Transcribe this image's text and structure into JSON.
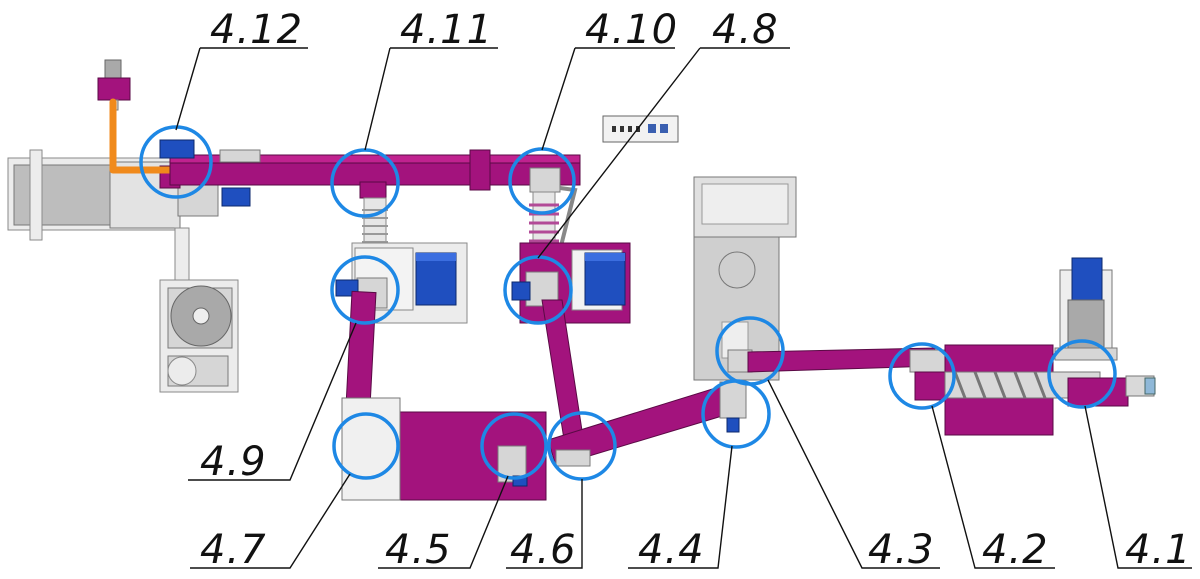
{
  "diagram": {
    "callouts": [
      {
        "id": "4.12",
        "label": "4.12"
      },
      {
        "id": "4.11",
        "label": "4.11"
      },
      {
        "id": "4.10",
        "label": "4.10"
      },
      {
        "id": "4.8",
        "label": "4.8"
      },
      {
        "id": "4.9",
        "label": "4.9"
      },
      {
        "id": "4.7",
        "label": "4.7"
      },
      {
        "id": "4.5",
        "label": "4.5"
      },
      {
        "id": "4.6",
        "label": "4.6"
      },
      {
        "id": "4.4",
        "label": "4.4"
      },
      {
        "id": "4.3",
        "label": "4.3"
      },
      {
        "id": "4.2",
        "label": "4.2"
      },
      {
        "id": "4.1",
        "label": "4.1"
      }
    ],
    "colors": {
      "equipment_magenta": "#a3137d",
      "highlight_ring": "#1e88e5",
      "motor_blue": "#1f4fbf",
      "pipe_orange": "#f08a1c",
      "housing_grey": "#d6d6d6"
    }
  }
}
